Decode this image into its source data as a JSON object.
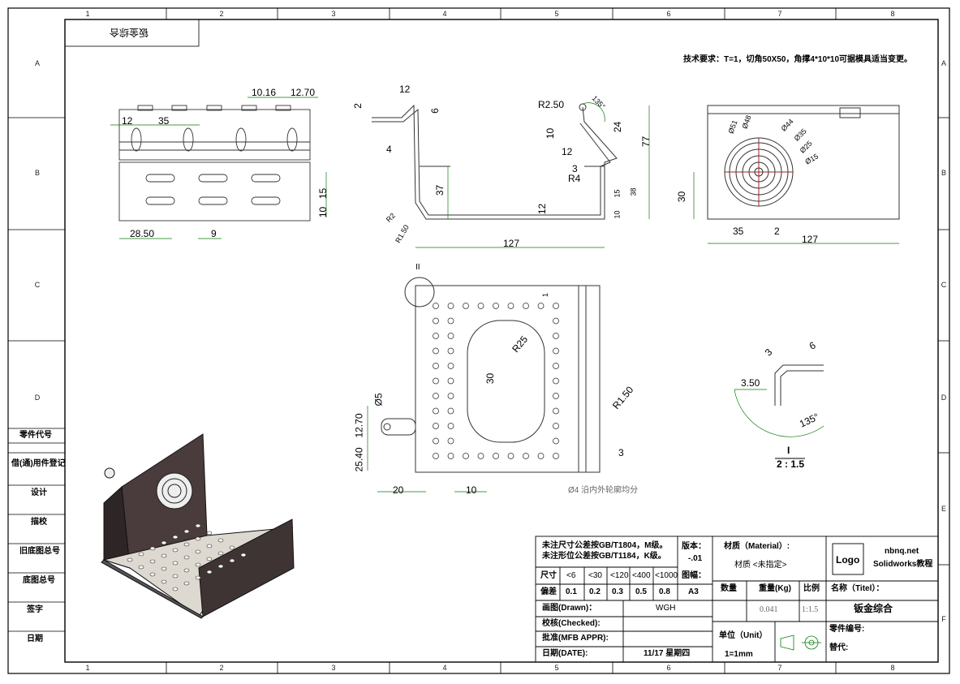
{
  "border": {
    "columns": [
      "1",
      "2",
      "3",
      "4",
      "5",
      "6",
      "7",
      "8"
    ],
    "rows": [
      "A",
      "B",
      "C",
      "D",
      "E",
      "F"
    ]
  },
  "top_box": {
    "text": "钣金综合"
  },
  "tech_note": "技术要求：T=1，切角50X50，角撑4*10*10可据模具适当变更。",
  "left_column": [
    "零件代号",
    "借(通)用件登记",
    "设计",
    "描校",
    "旧底图总号",
    "底图总号",
    "签字",
    "日期"
  ],
  "views": {
    "front": {
      "dims": [
        "10.16",
        "12.70",
        "12",
        "35",
        "15",
        "10",
        "28.50",
        "9"
      ]
    },
    "side": {
      "dims": [
        "12",
        "2",
        "6",
        "4",
        "37",
        "12",
        "R2",
        "R1.50",
        "127",
        "R2.50",
        "135°",
        "10",
        "24",
        "77",
        "12",
        "3",
        "R4",
        "15",
        "38",
        "10"
      ]
    },
    "right": {
      "dims": [
        "Ø51",
        "Ø48",
        "Ø44",
        "Ø35",
        "Ø25",
        "Ø15",
        "30",
        "35",
        "2",
        "127"
      ]
    },
    "flat": {
      "dims": [
        "II",
        "R25",
        "30",
        "R1.50",
        "3",
        "Ø5",
        "12.70",
        "25.40",
        "20",
        "10",
        "1"
      ],
      "note": "Ø4 沿内外轮廓均分"
    },
    "detail": {
      "dims": [
        "3",
        "6",
        "3.50",
        "135°"
      ],
      "title": "I",
      "scale": "2 : 1.5"
    }
  },
  "title_block": {
    "tol1": "未注尺寸公差按GB/T1804，M级。",
    "tol2": "未注形位公差按GB/T1184，K级。",
    "size_label": "尺寸",
    "size_cols": [
      "<6",
      "<30",
      "<120",
      "<400",
      "<1000"
    ],
    "dev_label": "偏差",
    "dev_vals": [
      "0.1",
      "0.2",
      "0.3",
      "0.5",
      "0.8"
    ],
    "version_label": "版本：",
    "version": "-.01",
    "sheet_label": "图幅：",
    "sheet": "A3",
    "material_label": "材质（Material）:",
    "material_value": "材质 <未指定>",
    "logo": "Logo",
    "site": "nbnq.net",
    "brand": "Solidworks教程",
    "qty_label": "数量",
    "weight_label": "重量(Kg)",
    "ratio_label": "比例",
    "weight": "0.041",
    "ratio": "1:1.5",
    "name_label": "名称（Titel）：",
    "name": "钣金综合",
    "drawn_label": "画图(Drawn)：",
    "drawn": "WGH",
    "checked_label": "校核(Checked):",
    "appr_label": "批准(MFB APPR):",
    "date_label": "日期(DATE):",
    "date": "11/17  星期四",
    "unit_label": "单位（Unit）",
    "unit": "1=1mm",
    "part_no_label": "零件编号:",
    "replace_label": "替代:"
  }
}
